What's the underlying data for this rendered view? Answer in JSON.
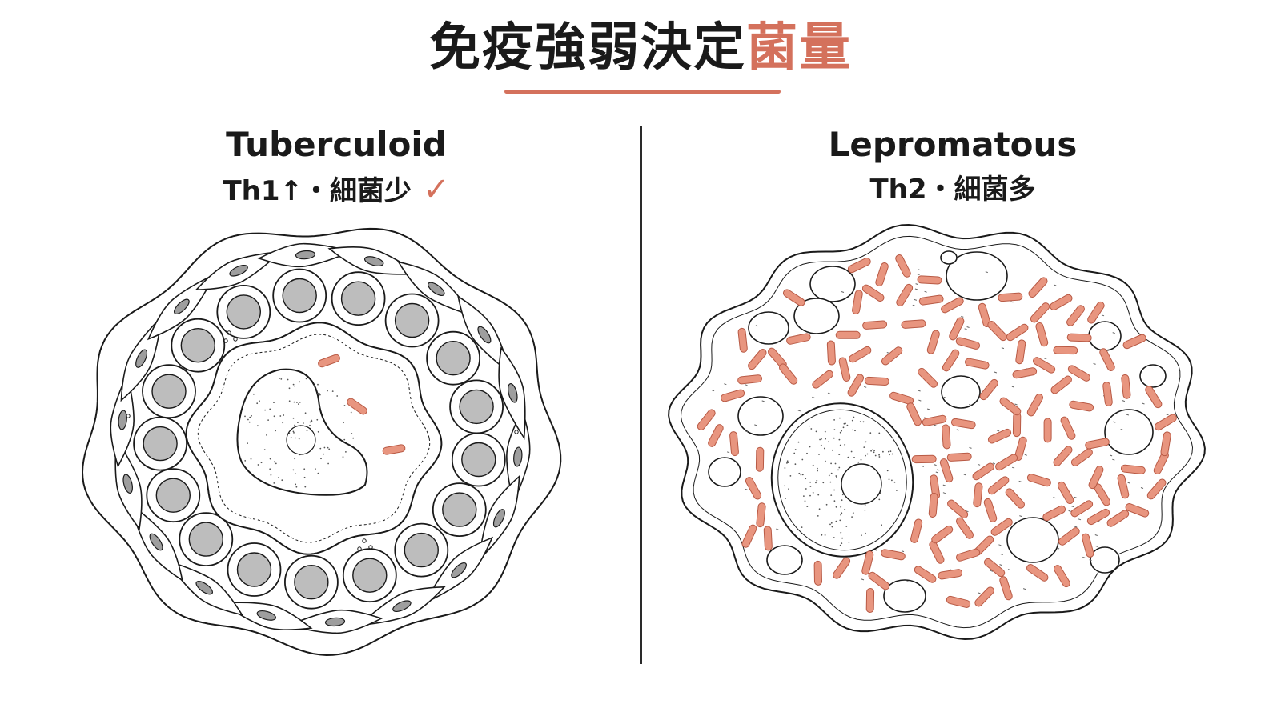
{
  "title": {
    "main": "免疫強弱決定",
    "accent": "菌量"
  },
  "left": {
    "heading": "Tuberculoid",
    "subtitle": "Th1↑・細菌少",
    "check": "✓"
  },
  "right": {
    "heading": "Lepromatous",
    "subtitle": "Th2・細菌多"
  },
  "colors": {
    "accent": "#d4715c",
    "bacteria": "#e8957f",
    "ink": "#1a1a1a",
    "nucleus_fill": "#bdbdbd"
  },
  "icons": {
    "check": "check-mark-icon"
  }
}
